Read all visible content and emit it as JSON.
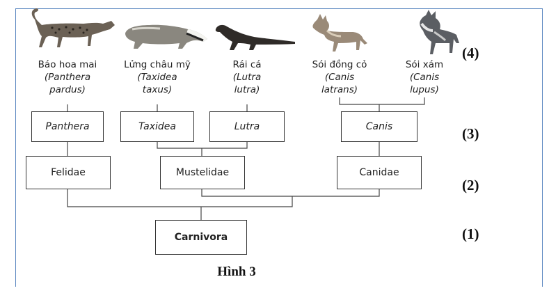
{
  "animals": [
    {
      "common_name": "Báo hoa mai",
      "scientific_line1": "(Panthera",
      "scientific_line2": "pardus)",
      "icon": "leopard-icon"
    },
    {
      "common_name": "Lửng châu mỹ",
      "scientific_line1": "(Taxidea",
      "scientific_line2": "taxus)",
      "icon": "badger-icon"
    },
    {
      "common_name": "Rái cá",
      "scientific_line1": "(Lutra",
      "scientific_line2": "lutra)",
      "icon": "otter-icon"
    },
    {
      "common_name": "Sói đồng cỏ",
      "scientific_line1": "(Canis",
      "scientific_line2": "latrans)",
      "icon": "coyote-icon"
    },
    {
      "common_name": "Sói xám",
      "scientific_line1": "(Canis",
      "scientific_line2": "lupus)",
      "icon": "gray-wolf-icon"
    }
  ],
  "genera": [
    "Panthera",
    "Taxidea",
    "Lutra",
    "Canis"
  ],
  "families": [
    "Felidae",
    "Mustelidae",
    "Canidae"
  ],
  "order": "Carnivora",
  "levels": [
    "(4)",
    "(3)",
    "(2)",
    "(1)"
  ],
  "caption": "Hình 3",
  "colors": {
    "frame": "#5a86c0",
    "lines": "#444444",
    "animal_dark": "#3a3a3a"
  }
}
